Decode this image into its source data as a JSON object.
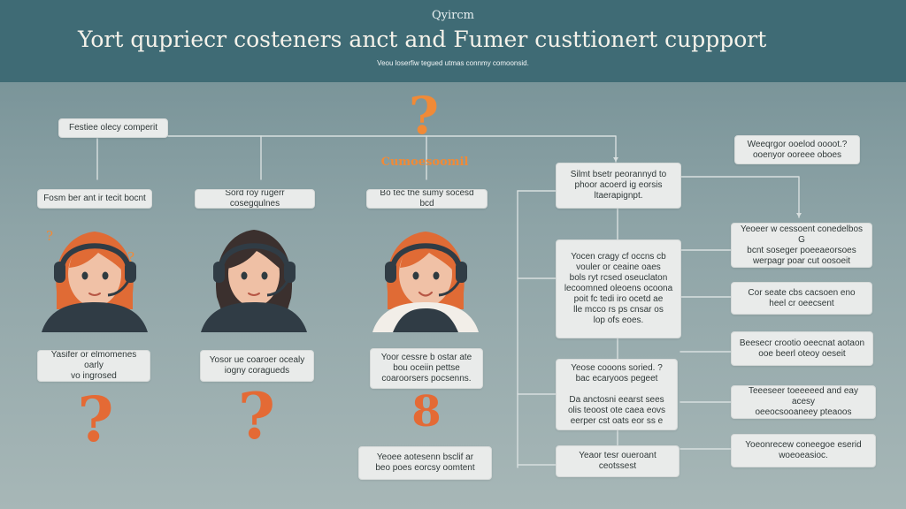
{
  "header": {
    "brand": "Qyircm",
    "title": "Yort qupriecr costeners anct and Fumer custtionert cuppport",
    "subtitle": "Veou loserfiw tegued utmas connmy comoonsid."
  },
  "diagram": {
    "top_left_label": "Festiee olecy comperit",
    "center_label": "Cumoesoomil",
    "avatar_labels": [
      "Fosm ber ant ir tecit bocnt",
      "Sord roy rugerr cosegqulnes",
      "Bo tec the sumy socesd bcd"
    ],
    "avatar_descriptions": [
      "Yasifer or elmomenes oarly\nvo ingrosed",
      "Yosor ue coaroer ocealy\niogny coragueds",
      "Yoor cessre b ostar ate\nbou oceiin pettse\ncoaroorsers pocsenns."
    ],
    "bottom_mid_label": "Yeoee aotesenn bsclif ar\nbeo poes eorcsy oomtent",
    "flow_boxes": [
      "Silmt bsetr peorannyd to\nphoor acoerd ig eorsis\nltaerapignpt.",
      "Yocen cragy cf occns cb\nvouler or ceaine oaes\nbols ryt rcsed oseuclaton\nlecoomned oleoens ocoona\npoit fc tedi iro ocetd ae\nlle mcco rs ps cnsar os\nlop ofs eoes.",
      "Yeose cooons soried. ?\nbac ecaryoos pegeet\n\nDa anctosni eearst sees\nolis teoost ote caea eovs\neerper cst oats eor ss e",
      "Yeaor tesr oueroant ceotssest"
    ],
    "right_boxes": [
      "Weeqrgor ooelod oooot.?\nooenyor ooreee oboes",
      "Yeoeer w cessoent conedelbos G\nbcnt soseger poeeaeorsoes\nwerpagr poar cut oosoeit",
      "Cor seate cbs cacsoen eno\nheel cr oeecsent",
      "Beesecr crootio oeecnat aotaon\nooe beerl oteoy oeseit",
      "Teeeseer toeeeeed and eay acesy\noeeocsooaneey pteaoos",
      "Yoeonrecew coneegoe eserid\nwoeoeasioc."
    ]
  }
}
